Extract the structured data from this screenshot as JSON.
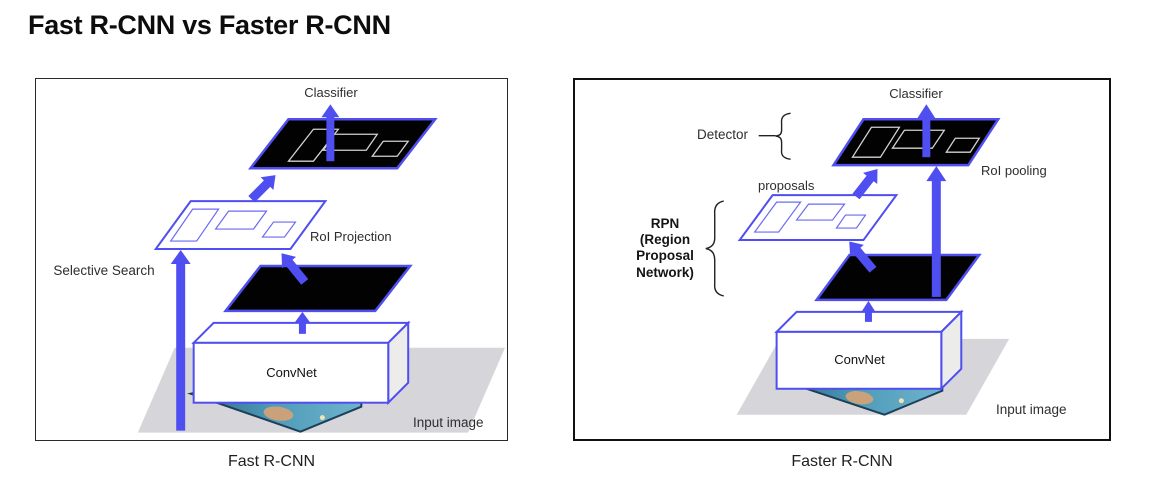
{
  "title": "Fast R-CNN vs Faster R-CNN",
  "colors": {
    "accent_blue": "#4F4EF0",
    "plane_black": "#000000",
    "ground_gray": "#D6D6DA",
    "panel_border": "#1A1A1A"
  },
  "left_panel": {
    "caption": "Fast R-CNN",
    "labels": {
      "classifier": "Classifier",
      "roi_projection": "RoI Projection",
      "selective_search": "Selective Search",
      "convnet": "ConvNet",
      "input_image": "Input image"
    }
  },
  "right_panel": {
    "caption": "Faster R-CNN",
    "labels": {
      "classifier": "Classifier",
      "detector": "Detector",
      "roi_pooling": "RoI pooling",
      "proposals": "proposals",
      "rpn_line1": "RPN",
      "rpn_line2": "(Region",
      "rpn_line3": "Proposal",
      "rpn_line4": "Network)",
      "convnet": "ConvNet",
      "input_image": "Input image"
    }
  }
}
